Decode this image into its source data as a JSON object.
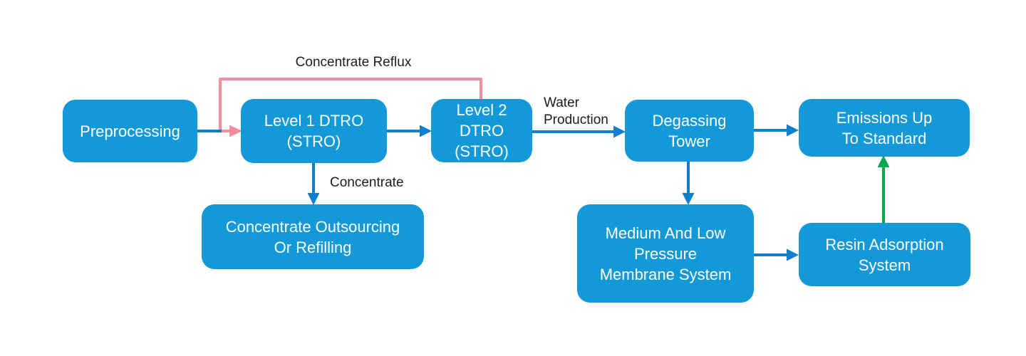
{
  "colors": {
    "background": "#ffffff",
    "node_fill": "#1499d8",
    "node_text": "#ffffff",
    "flow_arrow": "#0f7ecd",
    "reflux_arrow": "#f08e9e",
    "compliant_arrow": "#00a84f",
    "label_text": "#1c1c1c"
  },
  "diagram": {
    "nodes": [
      {
        "id": "preprocessing",
        "label": "Preprocessing"
      },
      {
        "id": "level1-dtro",
        "label": "Level 1 DTRO\n(STRO)"
      },
      {
        "id": "level2-dtro",
        "label": "Level 2\nDTRO\n(STRO)"
      },
      {
        "id": "degassing-tower",
        "label": "Degassing\nTower"
      },
      {
        "id": "emissions-up-to-standard",
        "label": "Emissions Up\nTo Standard"
      },
      {
        "id": "concentrate-outsourcing",
        "label": "Concentrate Outsourcing\nOr Refilling"
      },
      {
        "id": "membrane-system",
        "label": "Medium And Low\nPressure\nMembrane System"
      },
      {
        "id": "resin-adsorption",
        "label": "Resin Adsorption\nSystem"
      }
    ],
    "edge_labels": {
      "concentrate_reflux": "Concentrate Reflux",
      "water_production": "Water\nProduction",
      "concentrate": "Concentrate"
    },
    "edges": [
      {
        "from": "preprocessing",
        "to": "level1-dtro",
        "style": "flow"
      },
      {
        "from": "level2-dtro",
        "to": "level1-dtro",
        "style": "reflux",
        "label": "Concentrate Reflux"
      },
      {
        "from": "level1-dtro",
        "to": "level2-dtro",
        "style": "flow"
      },
      {
        "from": "level1-dtro",
        "to": "concentrate-outsourcing",
        "style": "flow",
        "label": "Concentrate"
      },
      {
        "from": "level2-dtro",
        "to": "degassing-tower",
        "style": "flow",
        "label": "Water Production"
      },
      {
        "from": "degassing-tower",
        "to": "emissions-up-to-standard",
        "style": "flow"
      },
      {
        "from": "degassing-tower",
        "to": "membrane-system",
        "style": "flow"
      },
      {
        "from": "membrane-system",
        "to": "resin-adsorption",
        "style": "flow"
      },
      {
        "from": "resin-adsorption",
        "to": "emissions-up-to-standard",
        "style": "compliant"
      }
    ]
  }
}
